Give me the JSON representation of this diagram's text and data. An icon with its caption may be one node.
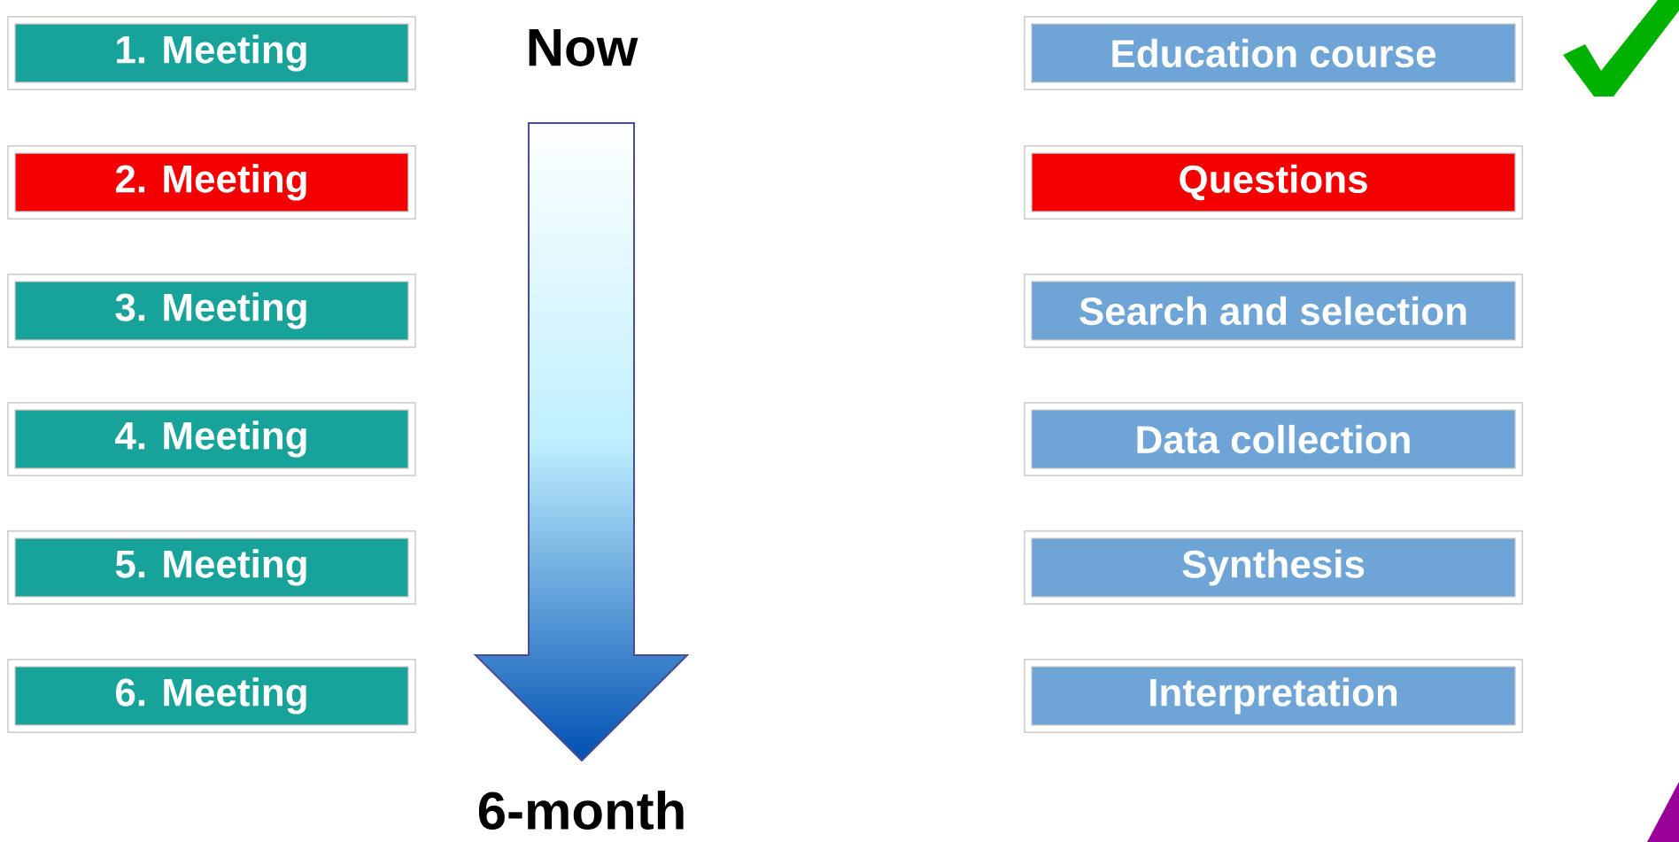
{
  "diagram": {
    "nodes": [
      {
        "text": [
          "1. Meeting"
        ]
      },
      {
        "text": [
          "2. Meeting"
        ]
      },
      {
        "text": [
          "3. Meeting"
        ]
      },
      {
        "text": [
          "4. Meeting"
        ]
      },
      {
        "text": [
          "5. Meeting"
        ]
      },
      {
        "text": [
          "6. Meeting"
        ]
      },
      {
        "text": [
          "Education course"
        ]
      },
      {
        "text": [
          "Questions"
        ]
      },
      {
        "text": [
          "Search and selection"
        ]
      },
      {
        "text": [
          "Data collection"
        ]
      },
      {
        "text": [
          "Synthesis"
        ]
      },
      {
        "text": [
          "Interpretation"
        ]
      }
    ],
    "labels": [
      "Now",
      "6-month"
    ]
  }
}
